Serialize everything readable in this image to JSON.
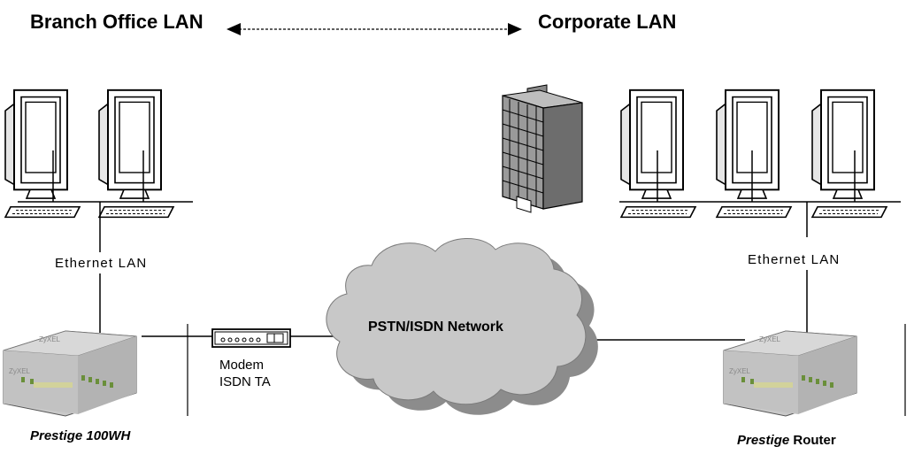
{
  "header": {
    "left_title": "Branch Office LAN",
    "right_title": "Corporate LAN"
  },
  "branch": {
    "lan_label": "Ethernet LAN",
    "device_name_italic": "Prestige 100WH",
    "computers": 2
  },
  "corporate": {
    "lan_label": "Ethernet LAN",
    "device_name_italic": "Prestige",
    "device_name_suffix": " Router",
    "computers": 3
  },
  "modem": {
    "line1": "Modem",
    "line2": "ISDN TA"
  },
  "network": {
    "label": "PSTN/ISDN Network"
  },
  "icons": [
    "computer-icon",
    "office-building-icon",
    "router-icon",
    "modem-icon",
    "cloud-icon"
  ],
  "colors": {
    "line": "#000000",
    "cloud_fill": "#c8c8c8",
    "cloud_shadow": "#8c8c8c",
    "router_body": "#c9c9c9",
    "building": "#9a9a9a"
  }
}
